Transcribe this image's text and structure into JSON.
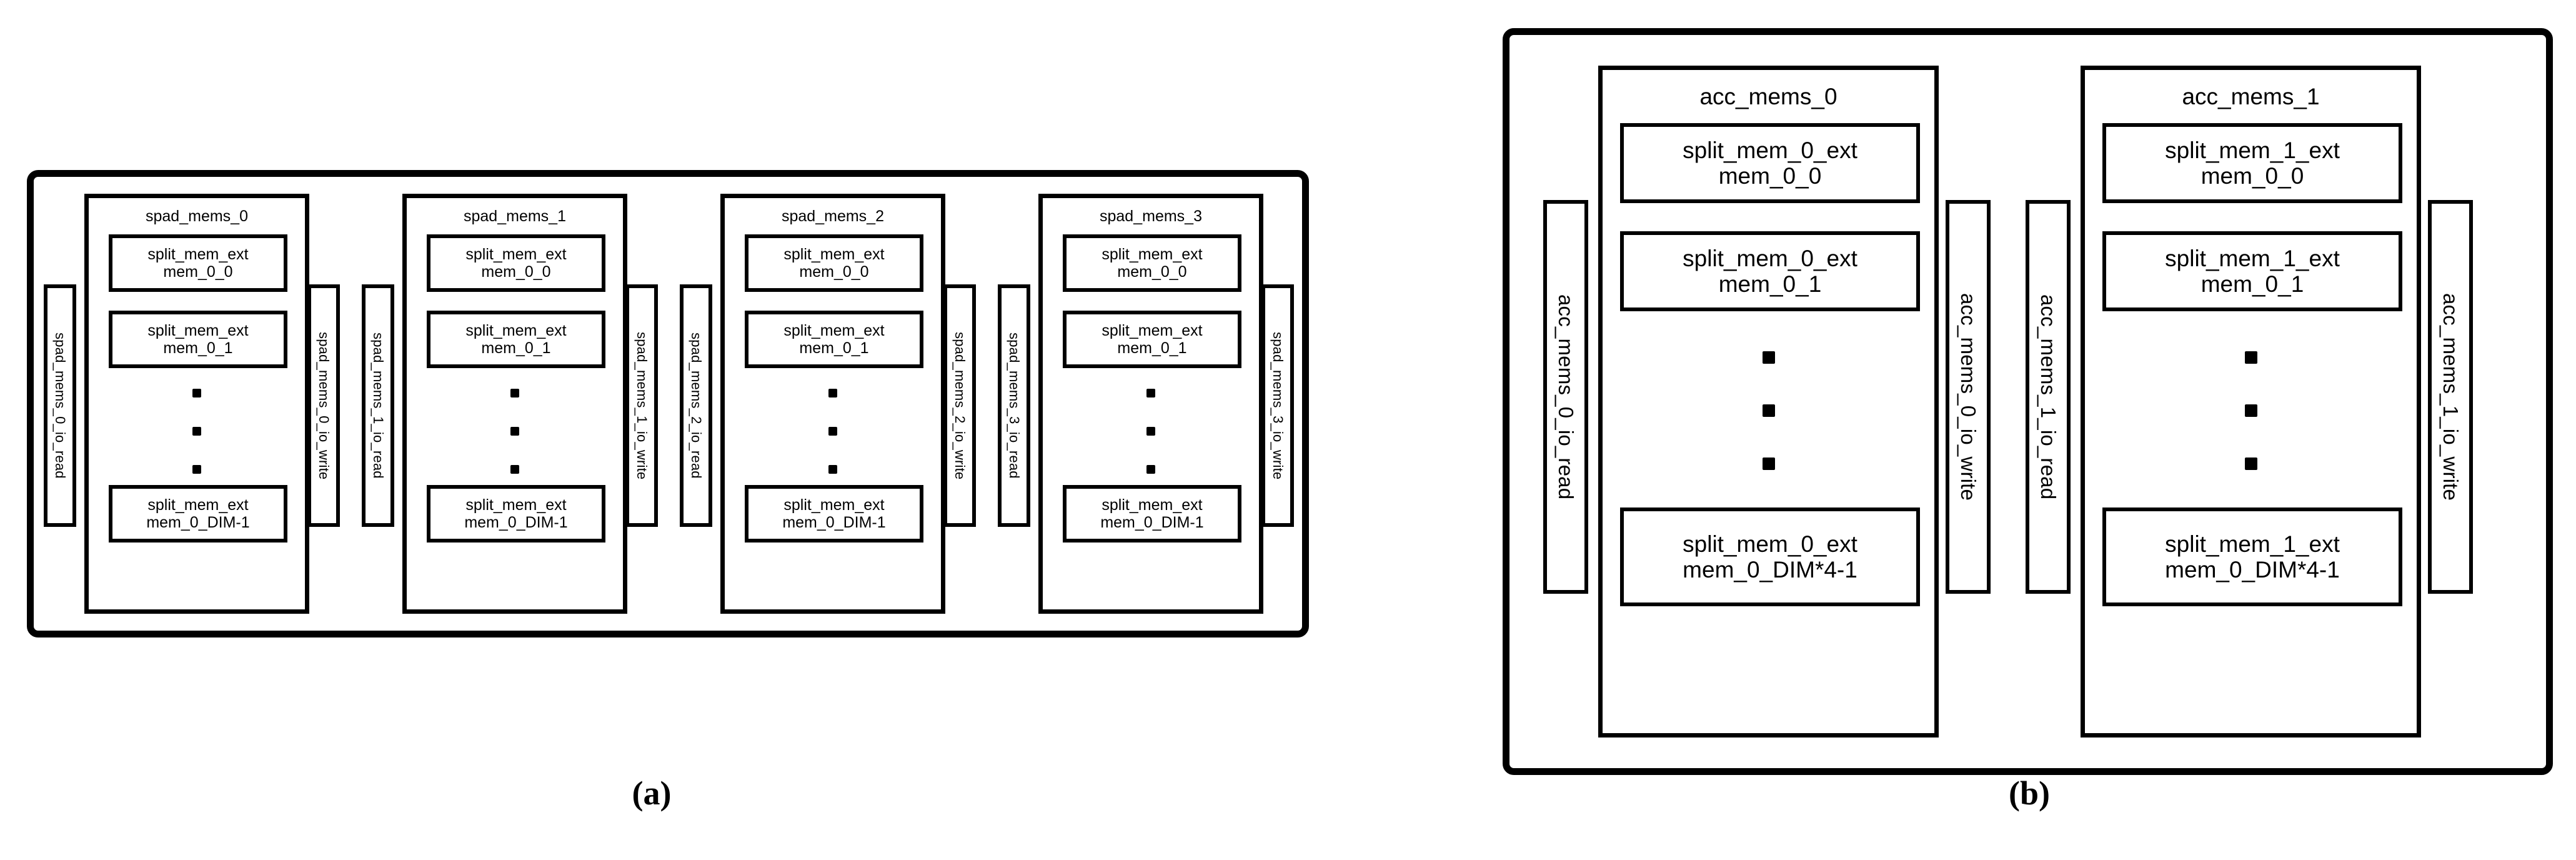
{
  "figure": {
    "panels": [
      {
        "id": "a",
        "caption": "(a)",
        "groups": [
          {
            "title": "spad_mems_0",
            "left_port": "spad_mems_0_io_read",
            "right_port": "spad_mems_0_io_write",
            "mems": [
              {
                "line1": "split_mem_ext",
                "line2": "mem_0_0"
              },
              {
                "line1": "split_mem_ext",
                "line2": "mem_0_1"
              },
              {
                "line1": "split_mem_ext",
                "line2": "mem_0_DIM-1"
              }
            ],
            "ellipsis": "•••"
          },
          {
            "title": "spad_mems_1",
            "left_port": "spad_mems_1_io_read",
            "right_port": "spad_mems_1_io_write",
            "mems": [
              {
                "line1": "split_mem_ext",
                "line2": "mem_0_0"
              },
              {
                "line1": "split_mem_ext",
                "line2": "mem_0_1"
              },
              {
                "line1": "split_mem_ext",
                "line2": "mem_0_DIM-1"
              }
            ],
            "ellipsis": "•••"
          },
          {
            "title": "spad_mems_2",
            "left_port": "spad_mems_2_io_read",
            "right_port": "spad_mems_2_io_write",
            "mems": [
              {
                "line1": "split_mem_ext",
                "line2": "mem_0_0"
              },
              {
                "line1": "split_mem_ext",
                "line2": "mem_0_1"
              },
              {
                "line1": "split_mem_ext",
                "line2": "mem_0_DIM-1"
              }
            ],
            "ellipsis": "•••"
          },
          {
            "title": "spad_mems_3",
            "left_port": "spad_mems_3_io_read",
            "right_port": "spad_mems_3_io_write",
            "mems": [
              {
                "line1": "split_mem_ext",
                "line2": "mem_0_0"
              },
              {
                "line1": "split_mem_ext",
                "line2": "mem_0_1"
              },
              {
                "line1": "split_mem_ext",
                "line2": "mem_0_DIM-1"
              }
            ],
            "ellipsis": "•••"
          }
        ]
      },
      {
        "id": "b",
        "caption": "(b)",
        "groups": [
          {
            "title": "acc_mems_0",
            "left_port": "acc_mems_0_io_read",
            "right_port": "acc_mems_0_io_write",
            "mems": [
              {
                "line1": "split_mem_0_ext",
                "line2": "mem_0_0"
              },
              {
                "line1": "split_mem_0_ext",
                "line2": "mem_0_1"
              },
              {
                "line1": "split_mem_0_ext",
                "line2": "mem_0_DIM*4-1"
              }
            ],
            "ellipsis": "•••"
          },
          {
            "title": "acc_mems_1",
            "left_port": "acc_mems_1_io_read",
            "right_port": "acc_mems_1_io_write",
            "mems": [
              {
                "line1": "split_mem_1_ext",
                "line2": "mem_0_0"
              },
              {
                "line1": "split_mem_1_ext",
                "line2": "mem_0_1"
              },
              {
                "line1": "split_mem_1_ext",
                "line2": "mem_0_DIM*4-1"
              }
            ],
            "ellipsis": "•••"
          }
        ]
      }
    ],
    "colors": {
      "stroke": "#000000",
      "fill": "#ffffff",
      "background": "#ffffff"
    }
  }
}
